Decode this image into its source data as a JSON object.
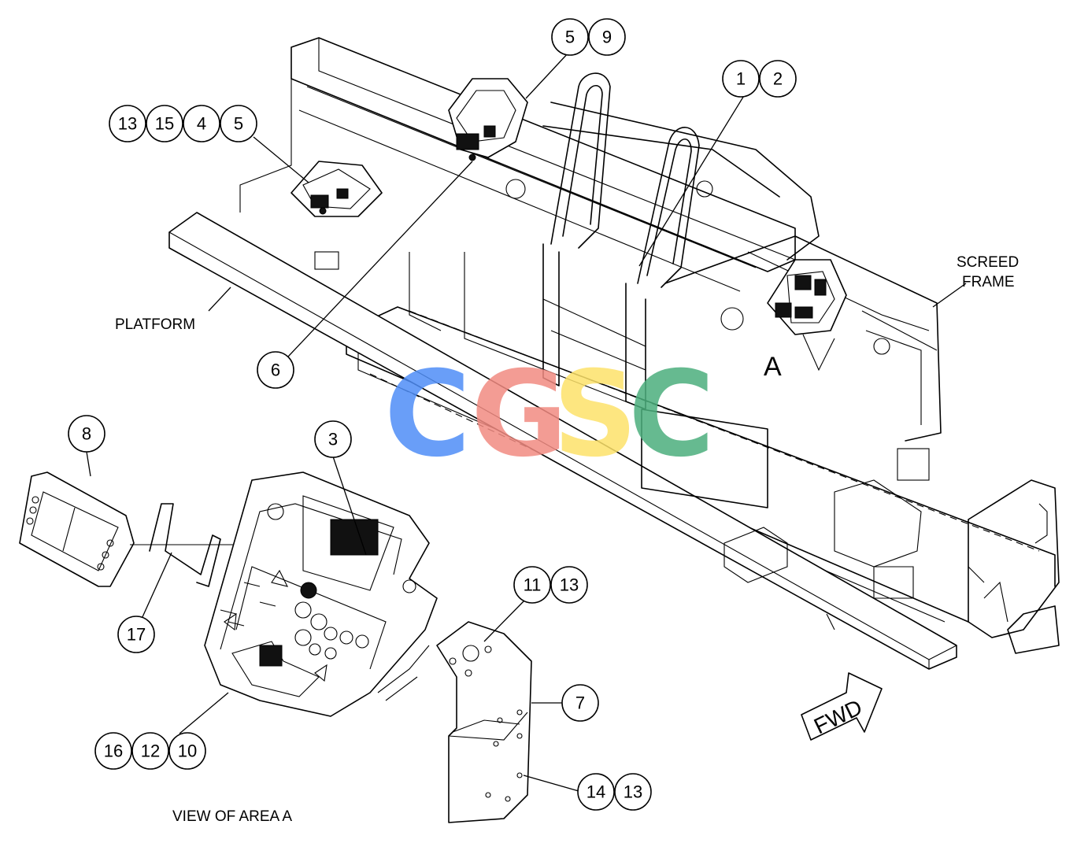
{
  "labels": {
    "platform": "PLATFORM",
    "screed_line1": "SCREED",
    "screed_line2": "FRAME",
    "area_letter": "A",
    "view_caption": "VIEW OF AREA A",
    "forward": "FWD"
  },
  "watermark": {
    "letters": [
      "C",
      "G",
      "S",
      "C"
    ],
    "colors": [
      "#4f8ef7",
      "#f28b82",
      "#fde26a",
      "#4caf7d"
    ]
  },
  "callouts": {
    "c1": "1",
    "c2": "2",
    "c3": "3",
    "c4": "4",
    "c5a": "5",
    "c5b": "5",
    "c6": "6",
    "c7": "7",
    "c8": "8",
    "c9": "9",
    "c10": "10",
    "c11": "11",
    "c12": "12",
    "c13a": "13",
    "c13b": "13",
    "c13c": "13",
    "c14": "14",
    "c15": "15",
    "c16": "16",
    "c17": "17"
  }
}
